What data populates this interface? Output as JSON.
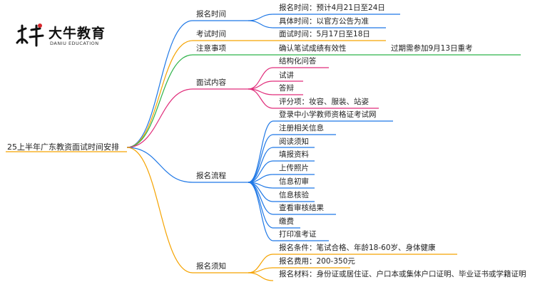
{
  "logo": {
    "cn": "大牛教育",
    "en": "DANIU EDUCATION",
    "mark": "大牛"
  },
  "root": "25上半年广东教资面试时间安排",
  "colors": {
    "blue": "#1f78e6",
    "orange": "#f5a300",
    "green": "#2fb34a",
    "pink": "#e02c7a",
    "link_root": "#f5a300"
  },
  "branches": [
    {
      "label": "报名时间",
      "color": "#1f78e6",
      "children": [
        "报名时间：预计4月21日至24日",
        "具体时间：以官方公告为准"
      ]
    },
    {
      "label": "考试时间",
      "color": "#f5a300",
      "children": [
        "面试时间：5月17日至18日"
      ]
    },
    {
      "label": "注意事项",
      "color": "#2fb34a",
      "children": [
        "确认笔试成绩有效性"
      ],
      "extra": "过期需参加9月13日重考"
    },
    {
      "label": "面试内容",
      "color": "#e02c7a",
      "children": [
        "结构化问答",
        "试讲",
        "答辩",
        "评分项：妆容、服装、站姿"
      ]
    },
    {
      "label": "报名流程",
      "color": "#1f78e6",
      "children": [
        "登录中小学教师资格证考试网",
        "注册相关信息",
        "阅读须知",
        "填报资料",
        "上传照片",
        "信息初审",
        "信息核验",
        "查看审核结果",
        "缴费",
        "打印准考证"
      ]
    },
    {
      "label": "报名须知",
      "color": "#f5a300",
      "children": [
        "报名条件：笔试合格、年龄18-60岁、身体健康",
        "报名费用：200-350元",
        "报名材料：身份证或居住证、户口本或集体户口证明、毕业证书或学籍证明"
      ]
    }
  ]
}
